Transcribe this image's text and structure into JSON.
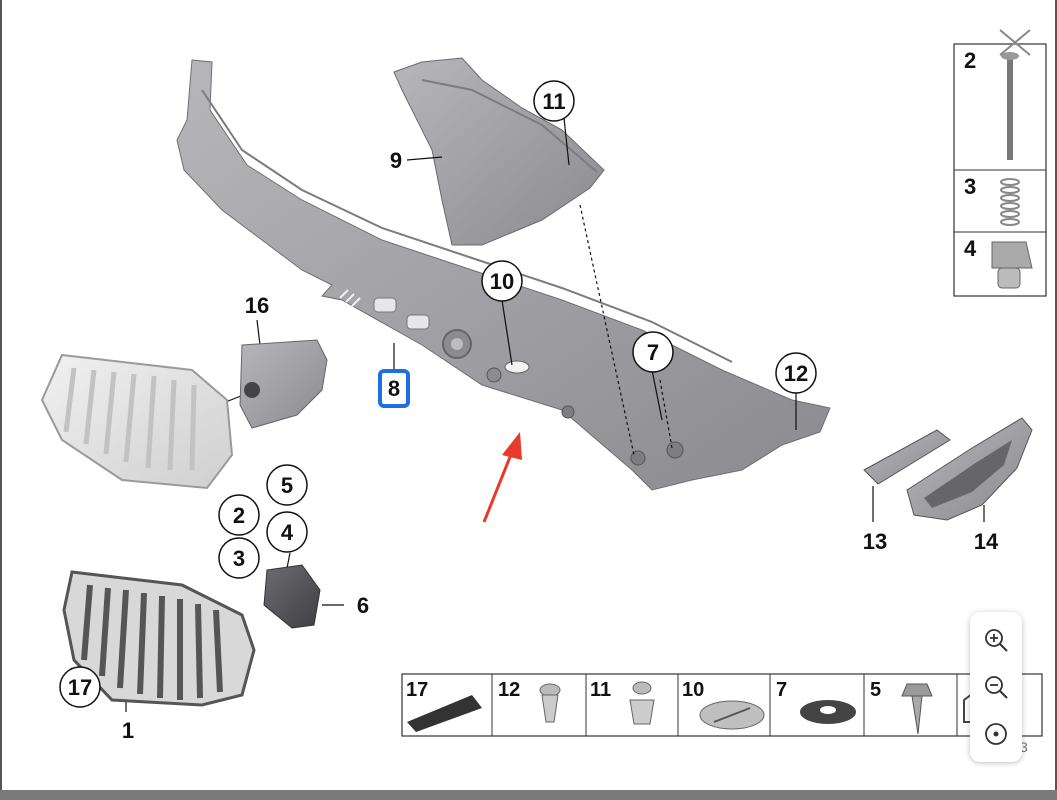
{
  "callouts": {
    "c1": "1",
    "c2": "2",
    "c3": "3",
    "c4": "4",
    "c5": "5",
    "c6": "6",
    "c7": "7",
    "c8": "8",
    "c9": "9",
    "c10": "10",
    "c11": "11",
    "c12": "12",
    "c13": "13",
    "c14": "14",
    "c16": "16",
    "c17": "17"
  },
  "legend_right": [
    "2",
    "3",
    "4"
  ],
  "legend_bottom": [
    "17",
    "12",
    "11",
    "10",
    "7",
    "5"
  ],
  "image_code_fragment": "3",
  "colors": {
    "highlight": "#1e6fe0",
    "arrow": "#e83a2a",
    "part": "#9a9a9e"
  },
  "zoom_controls": [
    "zoom-in-icon",
    "zoom-out-icon",
    "reset-view-icon"
  ]
}
